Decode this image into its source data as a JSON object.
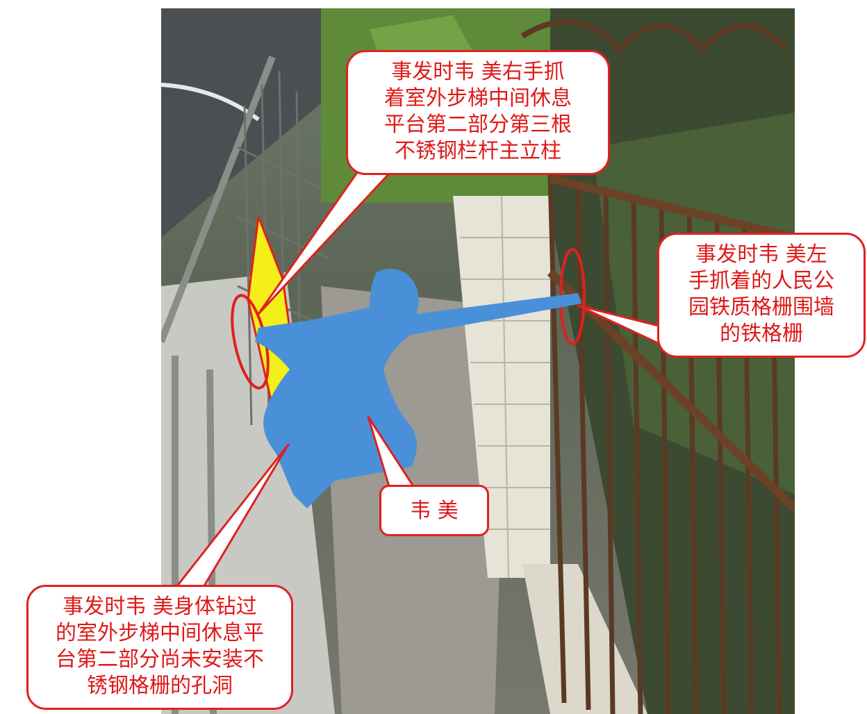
{
  "figure": {
    "image_description_icon": "accident-scene-photo",
    "colors": {
      "callout_border": "#e02020",
      "callout_text": "#e01818",
      "silhouette": "#4a90d9",
      "highlight": "#f4ee1a",
      "ellipse": "#e02020"
    }
  },
  "callouts": {
    "top": "事发时韦  美右手抓\n着室外步梯中间休息\n平台第二部分第三根\n不锈钢栏杆主立柱",
    "right": "事发时韦  美左\n手抓着的人民公\n园铁质格栅围墙\n的铁格栅",
    "middle": "韦  美",
    "bottom": "事发时韦  美身体钻过\n的室外步梯中间休息平\n台第二部分尚未安装不\n锈钢格栅的孔洞"
  }
}
